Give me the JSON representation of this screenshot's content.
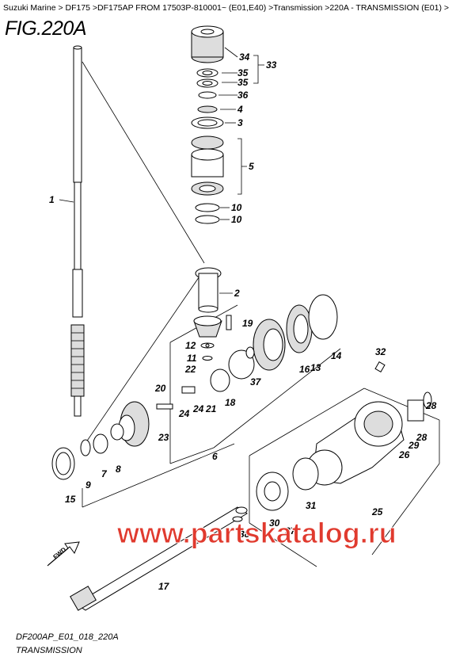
{
  "breadcrumb": "Suzuki Marine > DF175 >DF175AP FROM 17503P-810001~ (E01,E40) >Transmission >220A - TRANSMISSION (E01) >",
  "figure_title": "FIG.220A",
  "callouts": {
    "c1": "1",
    "c2": "2",
    "c3": "3",
    "c4": "4",
    "c5": "5",
    "c6": "6",
    "c7": "7",
    "c8": "8",
    "c9": "9",
    "c10a": "10",
    "c10b": "10",
    "c11": "11",
    "c12": "12",
    "c13": "13",
    "c14": "14",
    "c15": "15",
    "c16": "16",
    "c17": "17",
    "c18": "18",
    "c19": "19",
    "c20": "20",
    "c21": "21",
    "c22": "22",
    "c23": "23",
    "c24a": "24",
    "c24b": "24",
    "c25": "25",
    "c26": "26",
    "c27": "27",
    "c28a": "28",
    "c28b": "28",
    "c29": "29",
    "c30": "30",
    "c31": "31",
    "c32": "32",
    "c33": "33",
    "c34": "34",
    "c35a": "35",
    "c35b": "35",
    "c36": "36",
    "c37": "37",
    "c38": "38"
  },
  "fwd_label": "FWD",
  "watermark": "www.partskatalog.ru",
  "footer_code": "DF200AP_E01_018_220A",
  "footer_name": "TRANSMISSION"
}
